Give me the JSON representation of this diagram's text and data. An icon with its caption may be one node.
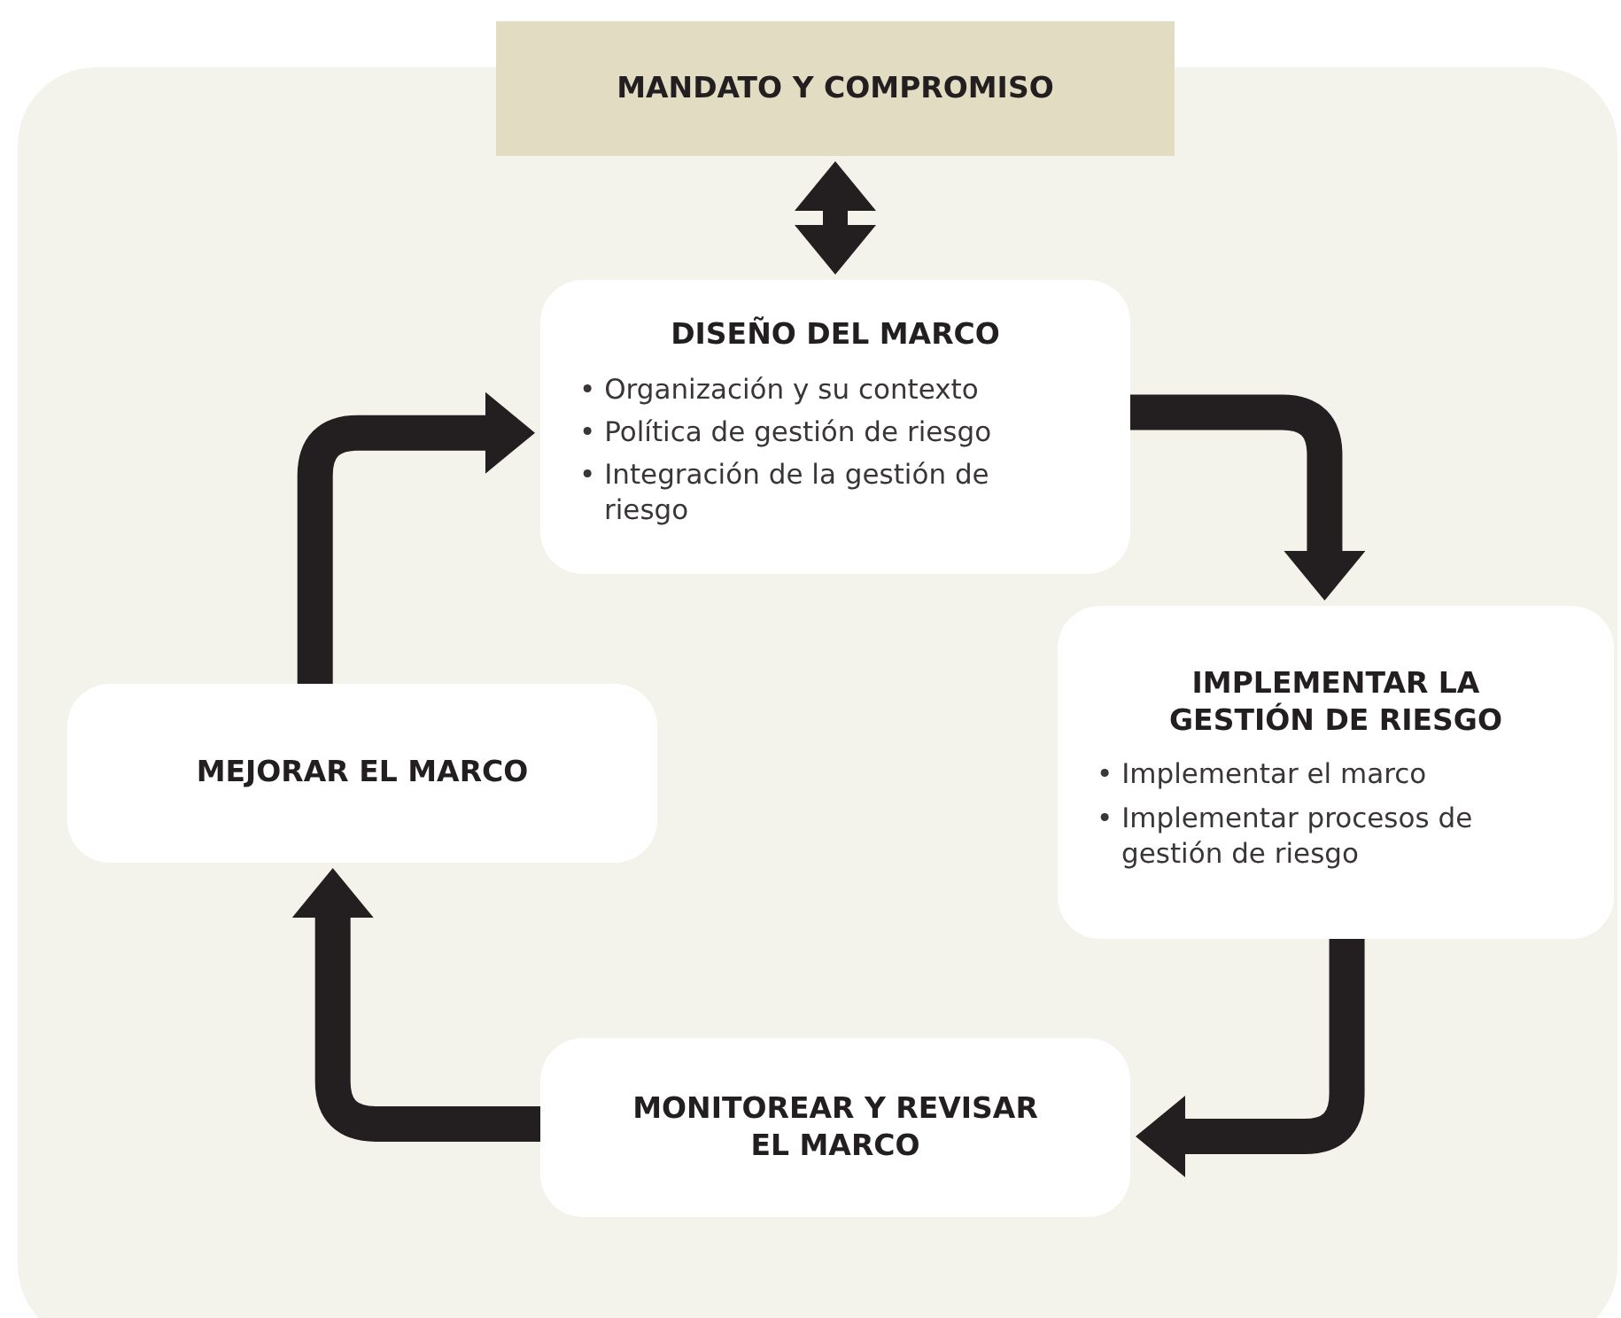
{
  "diagram": {
    "nodes": [
      {
        "text": [],
        "shape": "box"
      },
      {
        "text": [
          "MANDATO Y COMPROMISO"
        ]
      },
      {
        "text": [
          "DISEÑO DEL MARCO",
          "• Organización y su contexto",
          "• Política de gestión de riesgo",
          "• Integración de la gestión de riesgo"
        ],
        "in": 0
      },
      {
        "text": [
          "MEJORAR EL MARCO"
        ],
        "in": 0
      },
      {
        "text": [
          "IMPLEMENTAR LA GESTIÓN DE RIESGO",
          "• Implementar el marco",
          "• Implementar procesos de gestión de riesgo"
        ],
        "in": 0
      },
      {
        "text": [
          "MONITOREAR Y REVISAR EL MARCO"
        ],
        "in": 0
      }
    ],
    "edges": [
      {
        "from": 1,
        "to": 2,
        "arrow": "both"
      },
      {
        "from": 2,
        "to": 4,
        "arrow": "to"
      },
      {
        "from": 4,
        "to": 5,
        "arrow": "to"
      },
      {
        "from": 5,
        "to": 3,
        "arrow": "to"
      },
      {
        "from": 3,
        "to": 2,
        "arrow": "to"
      }
    ]
  }
}
